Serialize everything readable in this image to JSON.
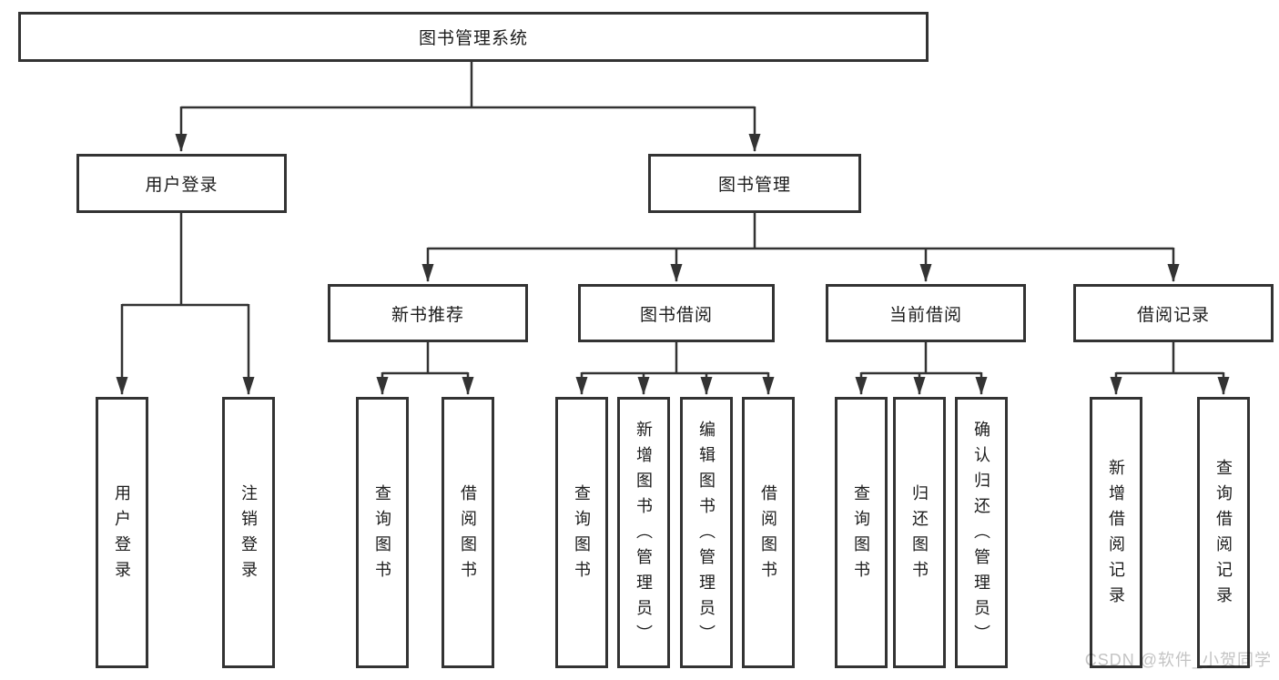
{
  "diagram": {
    "title": "图书管理系统",
    "root": {
      "label": "图书管理系统"
    },
    "branches": [
      {
        "label": "用户登录",
        "children": [
          "用户登录",
          "注销登录"
        ]
      },
      {
        "label": "图书管理",
        "modules": [
          {
            "label": "新书推荐",
            "children": [
              "查询图书",
              "借阅图书"
            ]
          },
          {
            "label": "图书借阅",
            "children": [
              "查询图书",
              "新增图书（管理员）",
              "编辑图书（管理员）",
              "借阅图书"
            ]
          },
          {
            "label": "当前借阅",
            "children": [
              "查询图书",
              "归还图书",
              "确认归还（管理员）"
            ]
          },
          {
            "label": "借阅记录",
            "children": [
              "新增借阅记录",
              "查询借阅记录"
            ]
          }
        ]
      }
    ]
  },
  "watermark": {
    "text": "CSDN @软件_小贺同学",
    "color": "#c4c4c4"
  },
  "colors": {
    "line": "#333333",
    "box_border": "#333333",
    "background": "#ffffff",
    "text": "#1c1c1c"
  }
}
